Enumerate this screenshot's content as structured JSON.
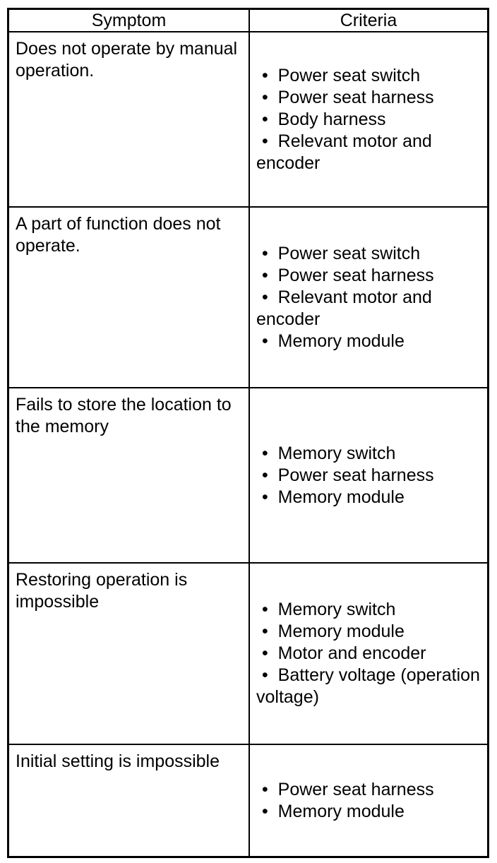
{
  "table": {
    "headers": {
      "symptom": "Symptom",
      "criteria": "Criteria"
    },
    "rows": [
      {
        "symptom": "Does not operate by manual operation.",
        "criteria": [
          "Power seat switch",
          "Power seat harness",
          "Body harness",
          "Relevant motor and encoder"
        ]
      },
      {
        "symptom": "A part of function does not operate.",
        "criteria": [
          "Power seat switch",
          "Power seat harness",
          "Relevant motor and encoder",
          "Memory module"
        ]
      },
      {
        "symptom": "Fails to store the location to the memory",
        "criteria": [
          "Memory switch",
          "Power seat harness",
          "Memory module"
        ]
      },
      {
        "symptom": "Restoring operation is impossible",
        "criteria": [
          "Memory switch",
          "Memory module",
          "Motor and encoder",
          "Battery voltage (operation voltage)"
        ]
      },
      {
        "symptom": "Initial setting is impossible",
        "criteria": [
          "Power seat harness",
          "Memory module"
        ]
      }
    ],
    "colors": {
      "border": "#000000",
      "background": "#ffffff",
      "text": "#000000"
    }
  }
}
